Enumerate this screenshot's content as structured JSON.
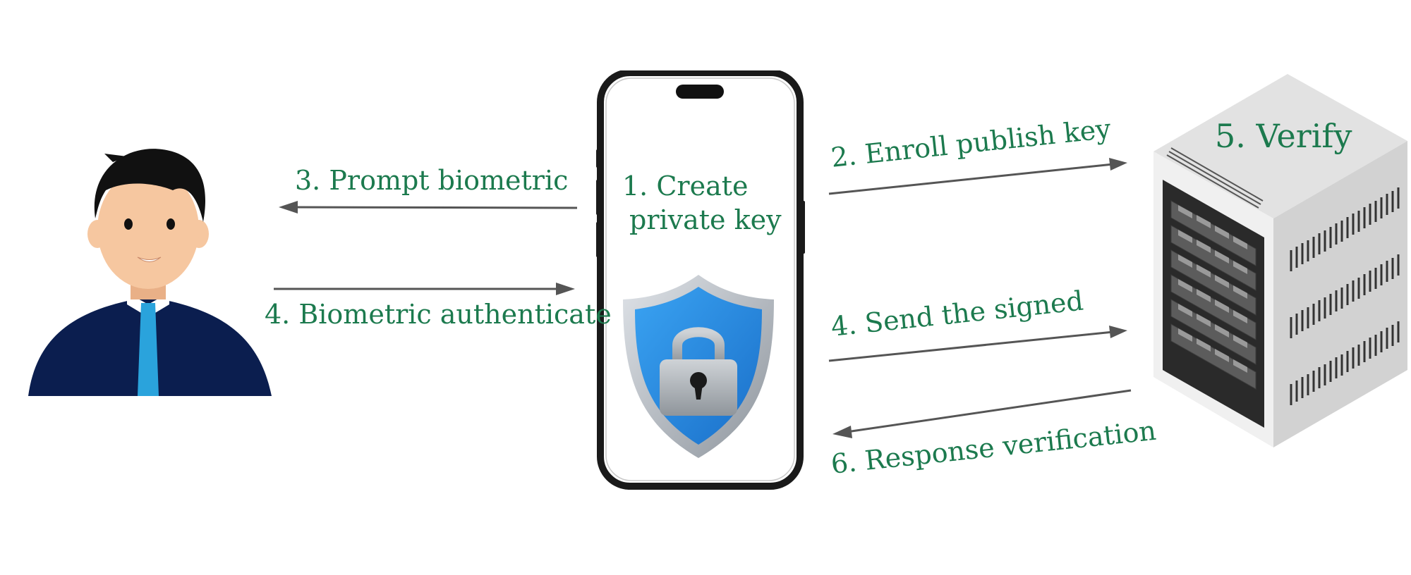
{
  "colors": {
    "label_green": "#1c7a4e",
    "arrow_gray": "#555555",
    "suit_navy": "#0b1e4f",
    "tie_blue": "#2aa3dc",
    "skin": "#f6c7a0",
    "hair": "#111111",
    "phone_frame": "#1a1a1a",
    "shield_blue": "#2e8fe6",
    "shield_silver": "#b9bec4",
    "server_light": "#e8e8e8",
    "server_dark": "#2a2a2a"
  },
  "icons": {
    "user": "person-avatar-icon",
    "phone": "smartphone-icon",
    "shield": "shield-lock-icon",
    "server": "server-rack-icon"
  },
  "labels": {
    "create_line1": "1. Create",
    "create_line2": "private key",
    "enroll": "2. Enroll publish key",
    "prompt": "3. Prompt biometric",
    "bio_auth": "4. Biometric authenticate",
    "send_signed": "4. Send the signed",
    "verify": "5. Verify",
    "response": "6. Response verification"
  }
}
